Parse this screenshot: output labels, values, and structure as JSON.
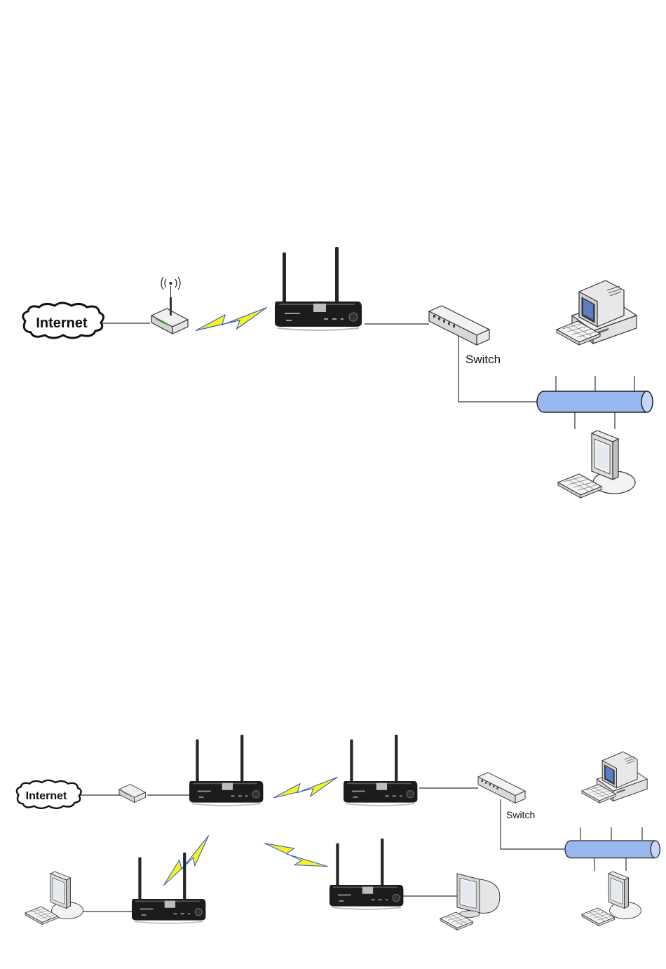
{
  "diagram_top": {
    "internet_label": "Internet",
    "switch_label": "Switch"
  },
  "diagram_bottom": {
    "internet_label": "Internet",
    "switch_label": "Switch"
  },
  "colors": {
    "backbone_fill": "#9ab8f0",
    "lightning_fill": "#f5f520",
    "lightning_edge": "#3a5fc8",
    "device_dark": "#1a1a1a",
    "line": "#333333"
  },
  "icons": [
    "cloud-icon",
    "wireless-router-icon",
    "access-point-icon",
    "switch-icon",
    "backbone-bus-icon",
    "desktop-pc-icon",
    "lcd-monitor-icon",
    "crt-monitor-icon",
    "keyboard-icon",
    "lightning-icon"
  ]
}
